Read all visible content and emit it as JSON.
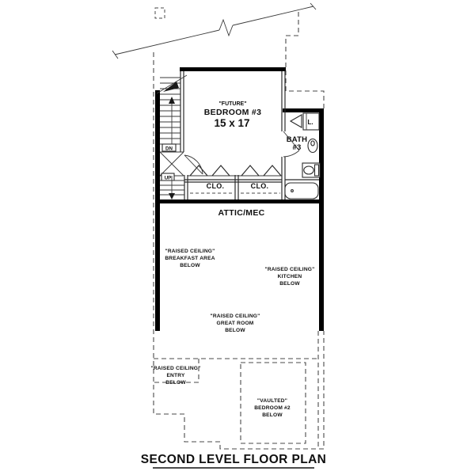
{
  "title": "SECOND LEVEL FLOOR PLAN",
  "rooms": {
    "bedroom3": {
      "qualifier": "\"FUTURE\"",
      "name": "BEDROOM #3",
      "dims": "15 x 17"
    },
    "bath": {
      "line1": "BATH",
      "line2": "#3"
    },
    "linen": {
      "label": "L."
    },
    "closets": {
      "left": "CLO.",
      "right": "CLO."
    },
    "attic": {
      "label": "ATTIC/MEC"
    }
  },
  "stairs": {
    "down": "DN",
    "up": "UP"
  },
  "annotations": {
    "breakfast": {
      "line1": "\"RAISED CEILING\"",
      "line2": "BREAKFAST AREA",
      "line3": "BELOW"
    },
    "kitchen": {
      "line1": "\"RAISED CEILING\"",
      "line2": "KITCHEN",
      "line3": "BELOW"
    },
    "great_room": {
      "line1": "\"RAISED CEILING\"",
      "line2": "GREAT ROOM",
      "line3": "BELOW"
    },
    "entry": {
      "line1": "\"RAISED CEILING\"",
      "line2": "ENTRY",
      "line3": "BELOW"
    },
    "bedroom2": {
      "line1": "\"VAULTED\"",
      "line2": "BEDROOM #2",
      "line3": "BELOW"
    }
  },
  "colors": {
    "wall": "#000000",
    "dashed_outline": "#4a4a4a",
    "background": "#ffffff"
  }
}
